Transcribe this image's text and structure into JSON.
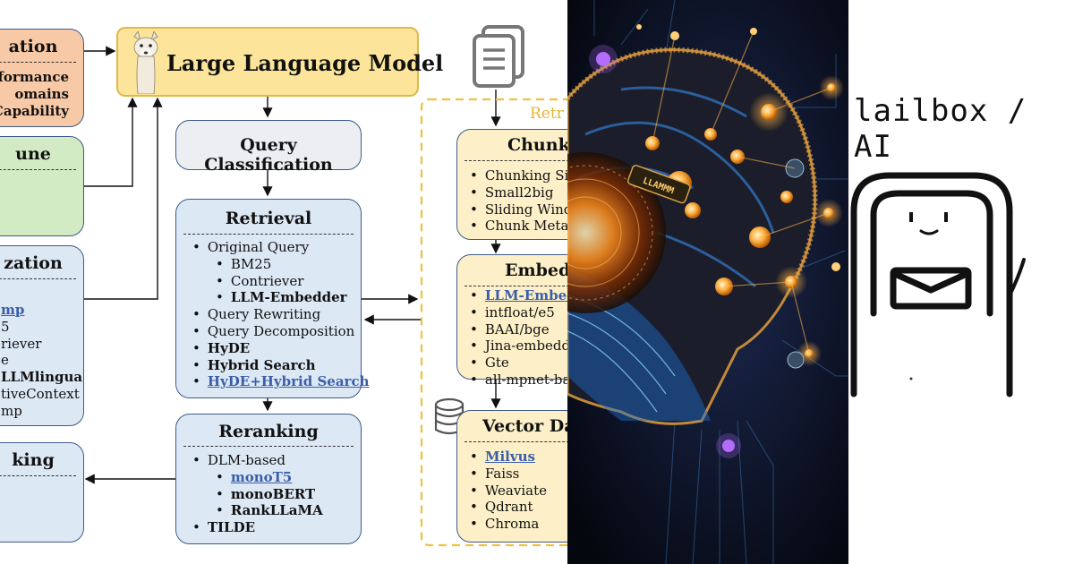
{
  "left": {
    "optimization_box": {
      "title": "ation",
      "items": [
        "erformance",
        "omains",
        "Capability"
      ]
    },
    "finetune_box": {
      "title": "une"
    },
    "summarization_box": {
      "title": "zation",
      "items": [
        "mp",
        "5",
        "riever",
        "e",
        "LLMlingua",
        "tiveContext",
        "mp"
      ]
    },
    "repacking_box": {
      "title": "king"
    },
    "llm_box": {
      "title": "Large Language Model"
    },
    "query_classification": {
      "title": "Query Classification"
    },
    "retrieval": {
      "title": "Retrieval",
      "items": [
        {
          "text": "Original Query",
          "level": 1,
          "style": ""
        },
        {
          "text": "BM25",
          "level": 2,
          "style": ""
        },
        {
          "text": "Contriever",
          "level": 2,
          "style": ""
        },
        {
          "text": "LLM-Embedder",
          "level": 2,
          "style": "bold"
        },
        {
          "text": "Query Rewriting",
          "level": 1,
          "style": ""
        },
        {
          "text": "Query Decomposition",
          "level": 1,
          "style": ""
        },
        {
          "text": "HyDE",
          "level": 1,
          "style": "bold"
        },
        {
          "text": "Hybrid Search",
          "level": 1,
          "style": "bold"
        },
        {
          "text": "HyDE+Hybrid Search",
          "level": 1,
          "style": "link"
        }
      ]
    },
    "reranking": {
      "title": "Reranking",
      "items": [
        {
          "text": "DLM-based",
          "level": 1,
          "style": ""
        },
        {
          "text": "monoT5",
          "level": 2,
          "style": "link"
        },
        {
          "text": "monoBERT",
          "level": 2,
          "style": "bold"
        },
        {
          "text": "RankLLaMA",
          "level": 2,
          "style": "bold"
        },
        {
          "text": "TILDE",
          "level": 1,
          "style": "bold"
        }
      ]
    },
    "retrieval_source_label": "Retr",
    "chunking": {
      "title": "Chunk",
      "items": [
        "Chunking Si",
        "Small2big",
        "Sliding Wind",
        "Chunk Meta"
      ]
    },
    "embedding": {
      "title": "Embed",
      "items": [
        {
          "text": "LLM-Embed",
          "style": "link"
        },
        {
          "text": "intfloat/e5",
          "style": ""
        },
        {
          "text": "BAAI/bge",
          "style": ""
        },
        {
          "text": "Jina-embedd",
          "style": ""
        },
        {
          "text": "Gte",
          "style": ""
        },
        {
          "text": "all-mpnet-ba",
          "style": ""
        }
      ]
    },
    "vector_db": {
      "title": "Vector Dat",
      "items": [
        {
          "text": "Milvus",
          "style": "link"
        },
        {
          "text": "Faiss",
          "style": ""
        },
        {
          "text": "Weaviate",
          "style": ""
        },
        {
          "text": "Qdrant",
          "style": ""
        },
        {
          "text": "Chroma",
          "style": ""
        }
      ]
    }
  },
  "middle": {
    "image_text": "LLAMMM",
    "colors": {
      "glow": "#ffb347",
      "core": "#ff8c1a",
      "circuit": "#4aa8ff",
      "accent": "#b56cff"
    }
  },
  "right": {
    "handwritten_title": "lailbox / AI"
  }
}
